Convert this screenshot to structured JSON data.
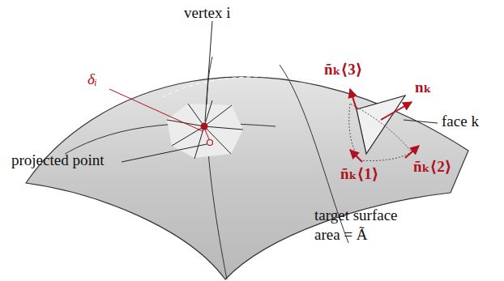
{
  "diagram": {
    "labels": [
      "vertex i",
      "δᵢ",
      "projected point",
      "ñₖ⟨3⟩",
      "nₖ",
      "face k",
      "ñₖ⟨1⟩",
      "ñₖ⟨2⟩",
      "target surface",
      "area = Ã"
    ]
  }
}
